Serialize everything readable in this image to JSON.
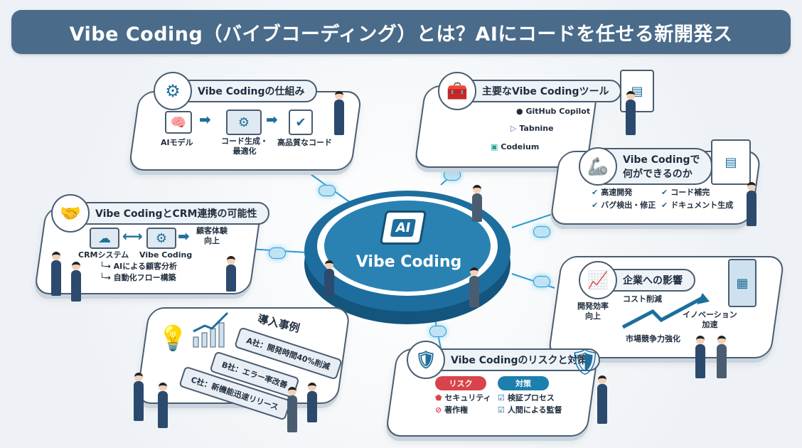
{
  "title": "Vibe Coding（バイブコーディング）とは？AIにコードを任せる新開発ス",
  "center": {
    "chip_label": "AI",
    "label": "Vibe Coding"
  },
  "mechanism": {
    "heading": "Vibe Codingの仕組み",
    "icon": "gear-icon",
    "steps": [
      "AIモデル",
      "コード生成・\n最適化",
      "高品質なコード"
    ]
  },
  "tools": {
    "heading": "主要なVibe Codingツール",
    "icon": "toolbox-icon",
    "items": [
      "GitHub Copilot",
      "Tabnine",
      "Codeium"
    ]
  },
  "capabilities": {
    "heading_line1": "Vibe Codingで",
    "heading_line2": "何ができるのか",
    "icon": "robot-arm-icon",
    "items": [
      "高速開発",
      "コード補完",
      "バグ検出・修正",
      "ドキュメント生成"
    ]
  },
  "crm": {
    "heading": "Vibe CodingとCRM連携の可能性",
    "icon": "handshake-icon",
    "left": "CRMシステム",
    "middle": "Vibe Coding",
    "right_line1": "顧客体験",
    "right_line2": "向上",
    "subitems": [
      "AIによる顧客分析",
      "自動化フロー構築"
    ]
  },
  "impact": {
    "heading": "企業への影響",
    "icon": "growth-chart-icon",
    "labels": [
      "開発効率\n向上",
      "コスト削減",
      "市場競争力強化",
      "イノベーション\n加速"
    ]
  },
  "cases": {
    "heading": "導入事例",
    "items": [
      "A社：開発時間40%削減",
      "B社：エラー率改善",
      "C社：新機能迅速リリース"
    ]
  },
  "risks": {
    "heading": "Vibe Codingのリスクと対策",
    "risk_tag": "リスク",
    "measure_tag": "対策",
    "risk_items": [
      "セキュリティ",
      "著作権"
    ],
    "measure_items": [
      "検証プロセス",
      "人間による監督"
    ],
    "colors": {
      "risk": "#d9434b",
      "measure": "#1d7fae"
    }
  },
  "colors": {
    "banner": "#4a6b8a",
    "accent": "#1d6e9e"
  }
}
